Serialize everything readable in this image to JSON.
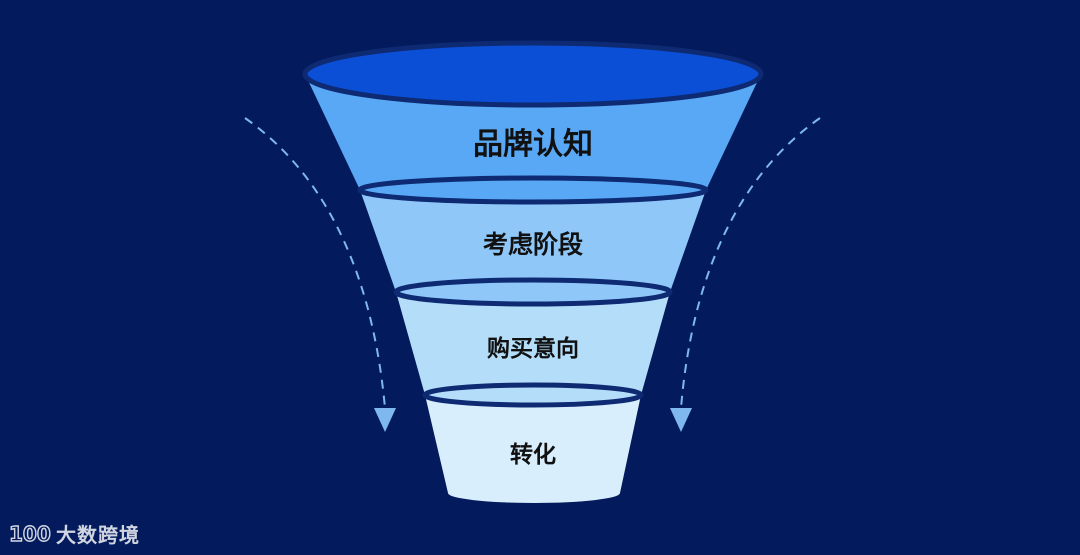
{
  "diagram": {
    "stages": [
      {
        "label": "品牌认知",
        "color": "#58a8f5"
      },
      {
        "label": "考虑阶段",
        "color": "#8ec7f8"
      },
      {
        "label": "购买意向",
        "color": "#b3ddf9"
      },
      {
        "label": "转化",
        "color": "#d9eefc"
      }
    ],
    "funnel_top_color": "#0a4fd6",
    "rim_color": "#0d2a72",
    "arrow_color": "#7fb8ee",
    "background": "#031b5c"
  },
  "watermark": {
    "logo_text": "100",
    "text": "大数跨境"
  }
}
